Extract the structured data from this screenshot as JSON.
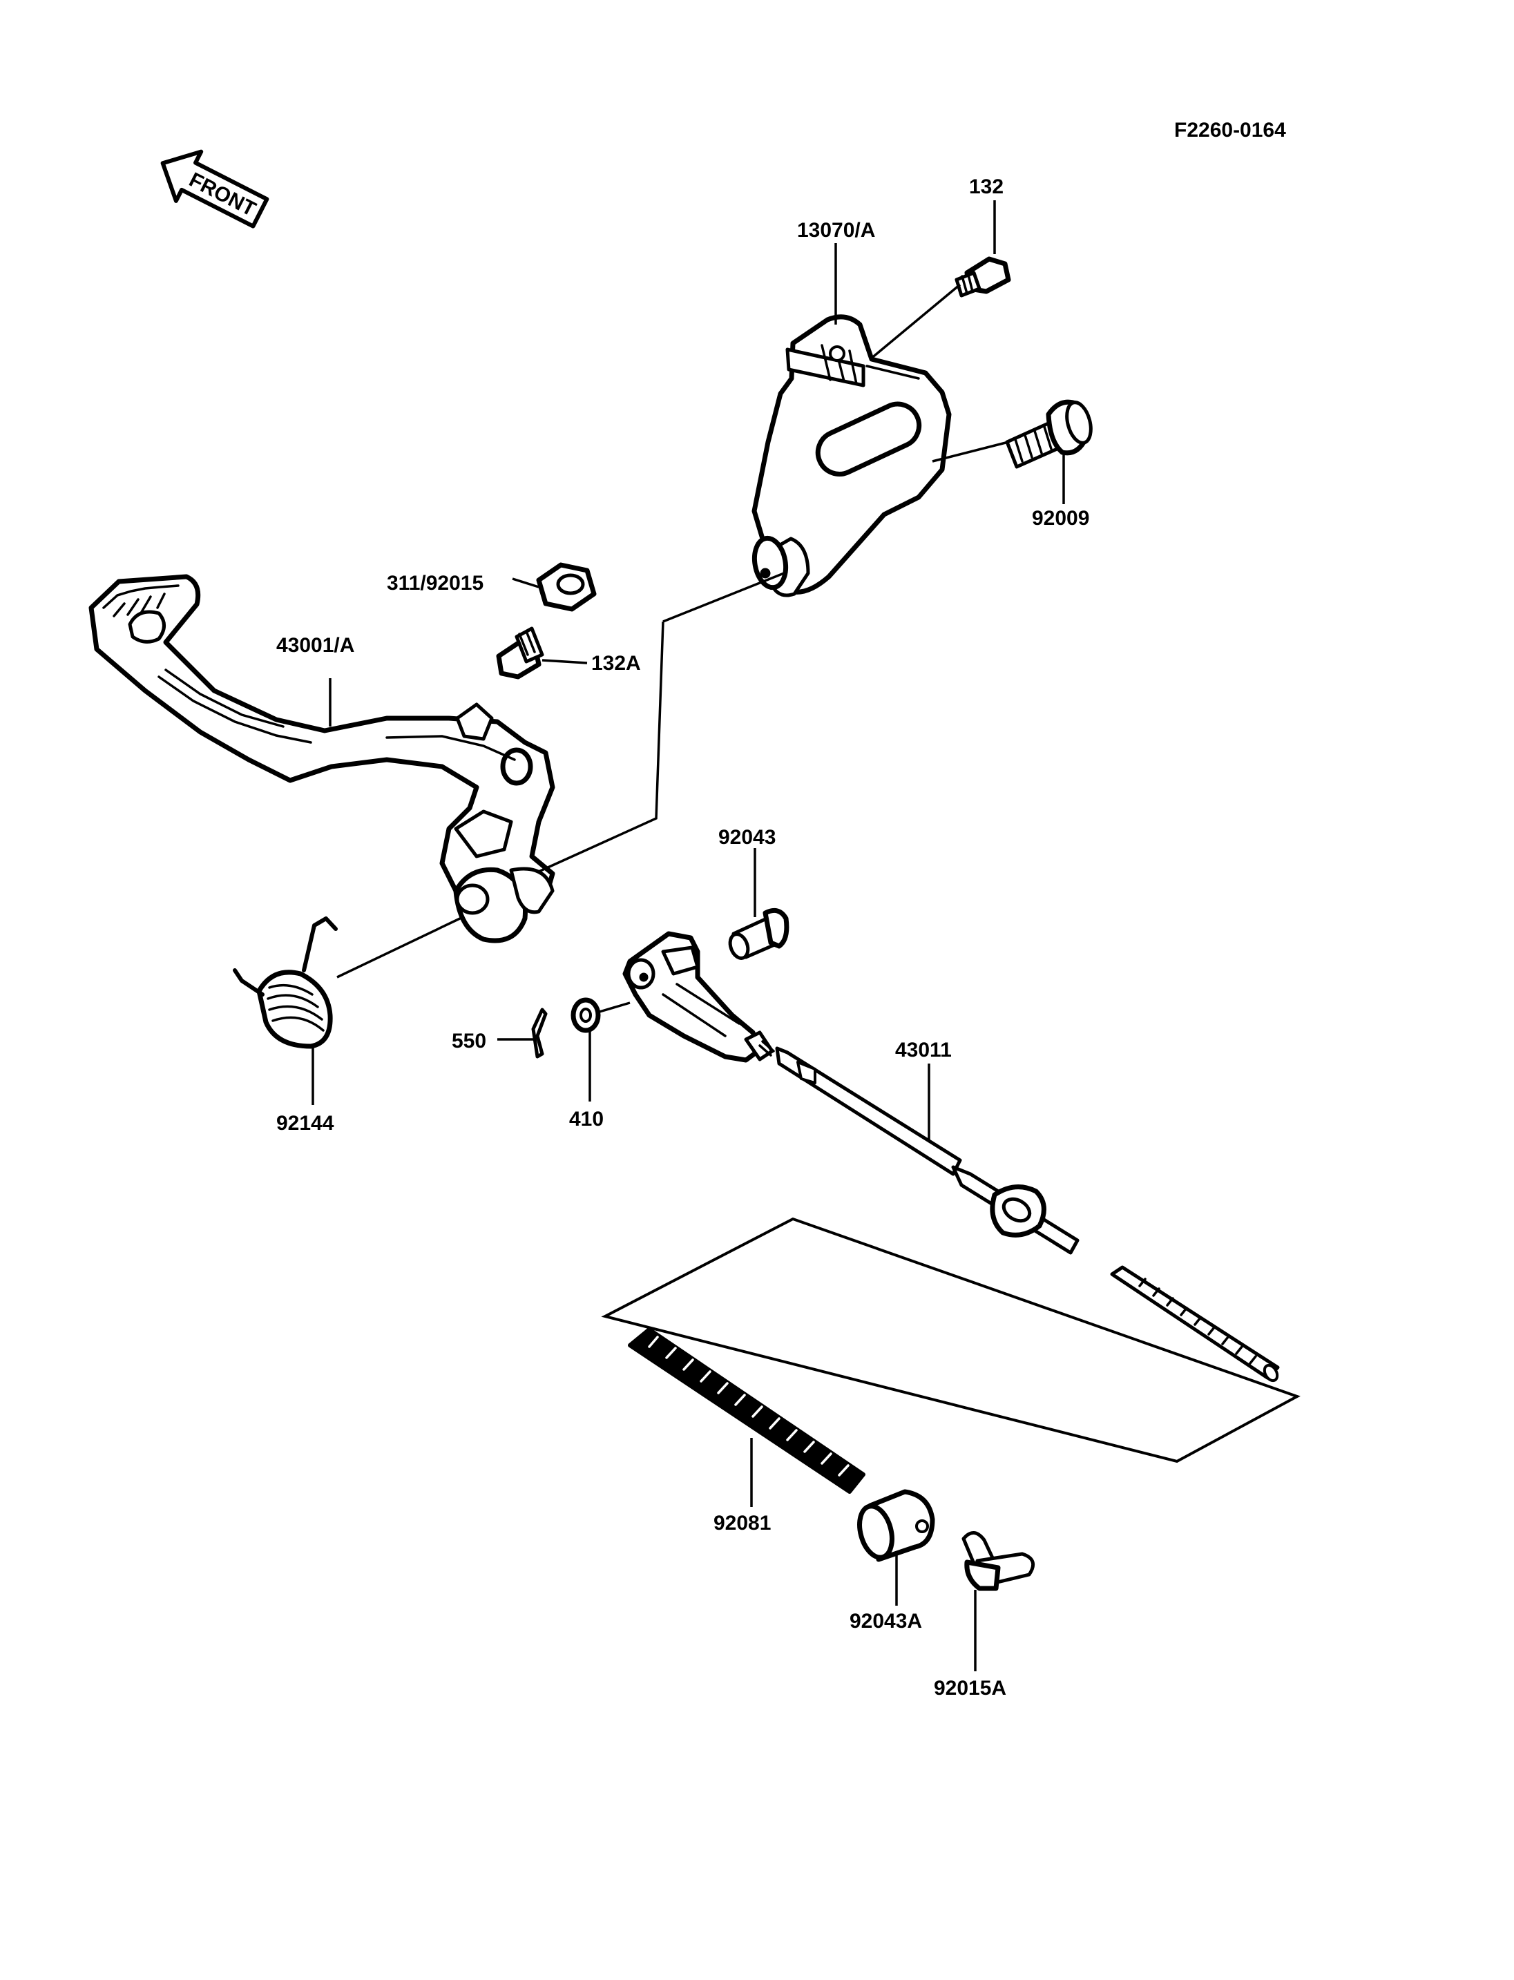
{
  "figure_code": "F2260-0164",
  "front_arrow_text": "FRONT",
  "callouts": {
    "p132": "132",
    "p13070A": "13070/A",
    "p92009": "92009",
    "p311_92015": "311/92015",
    "p132A": "132A",
    "p43001A": "43001/A",
    "p92043": "92043",
    "p43011": "43011",
    "p550": "550",
    "p410": "410",
    "p92144": "92144",
    "p92081": "92081",
    "p92043A": "92043A",
    "p92015A": "92015A"
  },
  "icons": {
    "front_arrow": "front-arrow-icon"
  }
}
